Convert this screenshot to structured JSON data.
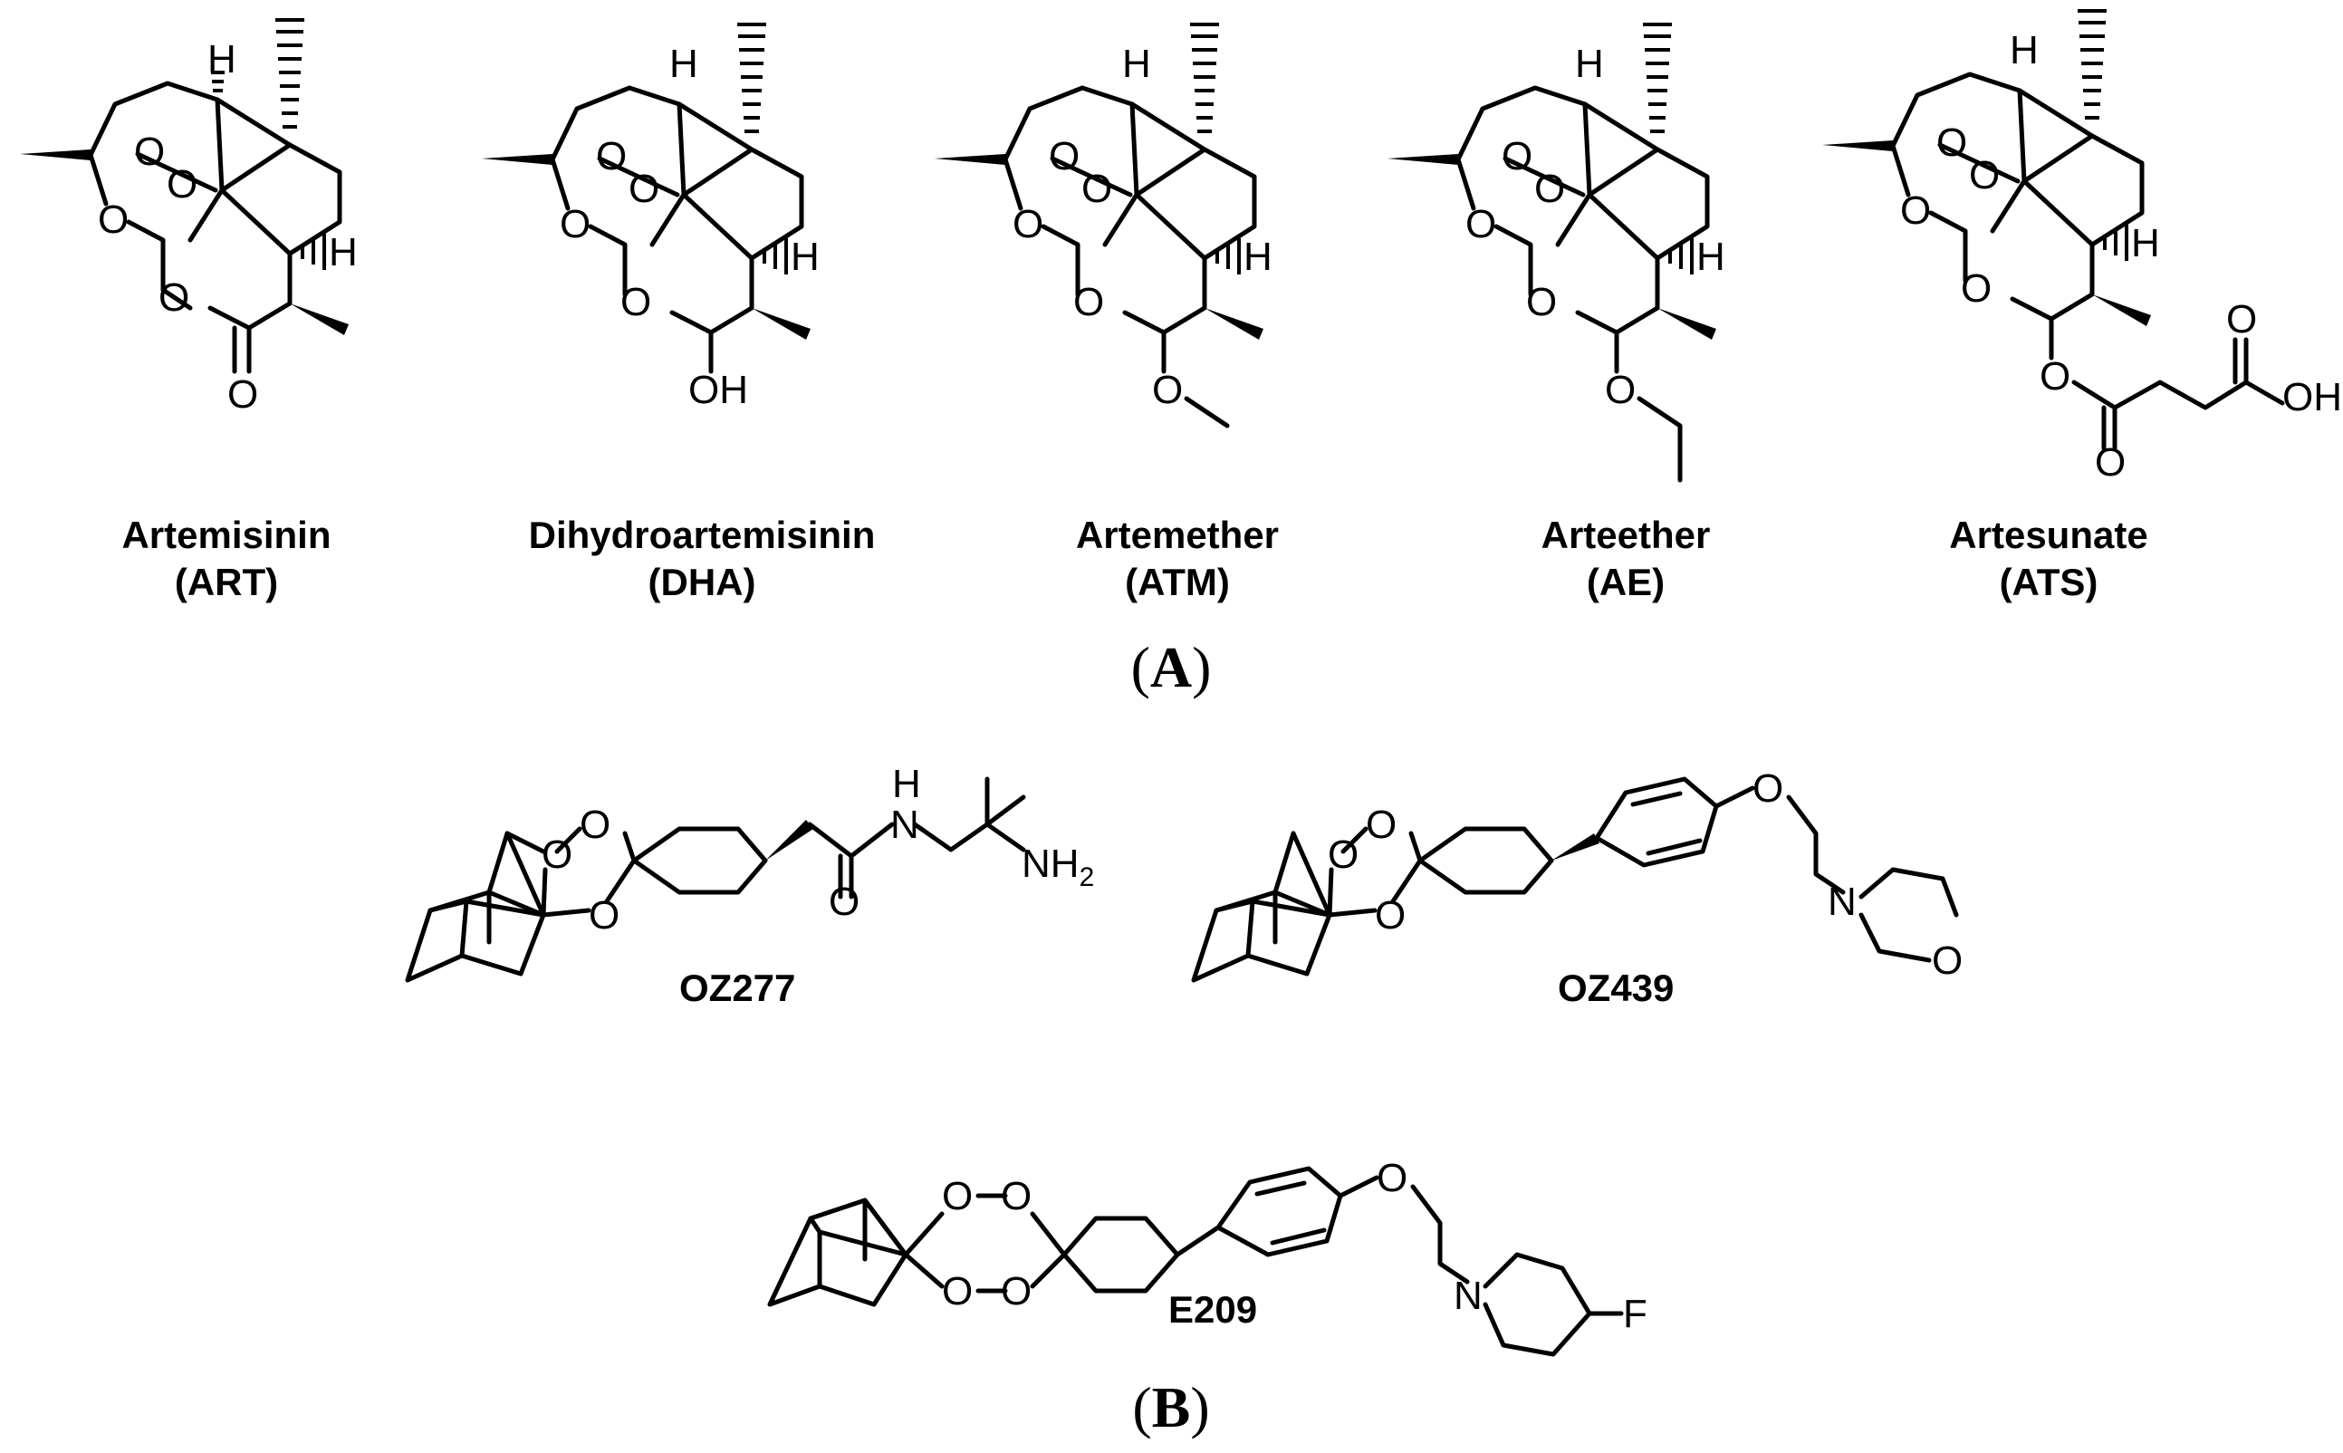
{
  "panel_a": {
    "label_open": "(",
    "label_letter": "A",
    "label_close": ")",
    "compounds": [
      {
        "name": "Artemisinin",
        "abbr": "(ART)"
      },
      {
        "name": "Dihydroartemisinin",
        "abbr": "(DHA)"
      },
      {
        "name": "Artemether",
        "abbr": "(ATM)"
      },
      {
        "name": "Arteether",
        "abbr": "(AE)"
      },
      {
        "name": "Artesunate",
        "abbr": "(ATS)"
      }
    ]
  },
  "panel_b": {
    "label_open": "(",
    "label_letter": "B",
    "label_close": ")",
    "compounds": [
      {
        "name": "OZ277"
      },
      {
        "name": "OZ439"
      },
      {
        "name": "E209"
      }
    ]
  },
  "atoms": {
    "H": "H",
    "O": "O",
    "OH": "OH",
    "N": "N",
    "NH2_base": "NH",
    "NH2_sub": "2",
    "F": "F"
  }
}
